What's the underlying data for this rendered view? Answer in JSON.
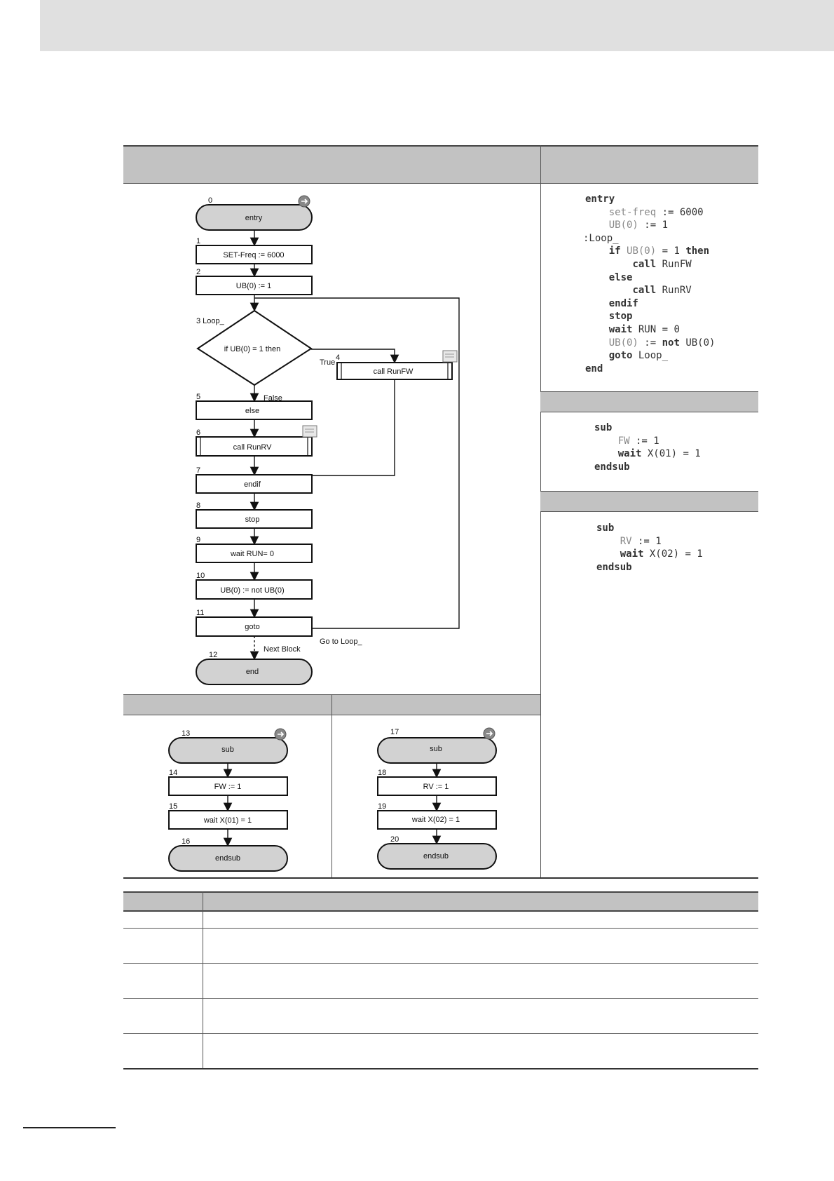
{
  "flowchart_main": {
    "nodes": [
      {
        "id": "0",
        "label": "entry"
      },
      {
        "id": "1",
        "label": "SET-Freq := 6000"
      },
      {
        "id": "2",
        "label": "UB(0) := 1"
      },
      {
        "id": "3",
        "label": "if UB(0) = 1 then",
        "tag": "3 Loop_"
      },
      {
        "id": "4",
        "label": "call RunFW"
      },
      {
        "id": "5",
        "label": "else"
      },
      {
        "id": "6",
        "label": "call RunRV"
      },
      {
        "id": "7",
        "label": "endif"
      },
      {
        "id": "8",
        "label": "stop"
      },
      {
        "id": "9",
        "label": "wait RUN= 0"
      },
      {
        "id": "10",
        "label": "UB(0) := not UB(0)"
      },
      {
        "id": "11",
        "label": "goto"
      },
      {
        "id": "12",
        "label": "end"
      }
    ],
    "edge_labels": {
      "true": "True",
      "false": "False",
      "next_block": "Next Block",
      "goto": "Go to Loop_"
    }
  },
  "flowchart_sub_fw": {
    "nodes": [
      {
        "id": "13",
        "label": "sub"
      },
      {
        "id": "14",
        "label": "FW := 1"
      },
      {
        "id": "15",
        "label": "wait X(01) = 1"
      },
      {
        "id": "16",
        "label": "endsub"
      }
    ]
  },
  "flowchart_sub_rv": {
    "nodes": [
      {
        "id": "17",
        "label": "sub"
      },
      {
        "id": "18",
        "label": "RV := 1"
      },
      {
        "id": "19",
        "label": "wait X(02) = 1"
      },
      {
        "id": "20",
        "label": "endsub"
      }
    ]
  },
  "code_main": [
    {
      "indent": 0,
      "tokens": [
        [
          "kw",
          "entry"
        ]
      ]
    },
    {
      "indent": 1,
      "tokens": [
        [
          "var",
          "set-freq"
        ],
        [
          "txt",
          " := 6000"
        ]
      ]
    },
    {
      "indent": 1,
      "tokens": [
        [
          "var",
          "UB(0)"
        ],
        [
          "txt",
          " := 1"
        ]
      ]
    },
    {
      "indent": -1,
      "tokens": [
        [
          "txt",
          ":Loop_"
        ]
      ]
    },
    {
      "indent": 1,
      "tokens": [
        [
          "kw",
          "if"
        ],
        [
          "txt",
          " "
        ],
        [
          "var",
          "UB(0)"
        ],
        [
          "txt",
          " = 1 "
        ],
        [
          "kw",
          "then"
        ]
      ]
    },
    {
      "indent": 2,
      "tokens": [
        [
          "kw",
          "call"
        ],
        [
          "txt",
          " RunFW"
        ]
      ]
    },
    {
      "indent": 1,
      "tokens": [
        [
          "kw",
          "else"
        ]
      ]
    },
    {
      "indent": 2,
      "tokens": [
        [
          "kw",
          "call"
        ],
        [
          "txt",
          " RunRV"
        ]
      ]
    },
    {
      "indent": 1,
      "tokens": [
        [
          "kw",
          "endif"
        ]
      ]
    },
    {
      "indent": 1,
      "tokens": [
        [
          "kw",
          "stop"
        ]
      ]
    },
    {
      "indent": 1,
      "tokens": [
        [
          "kw",
          "wait"
        ],
        [
          "txt",
          " RUN = 0"
        ]
      ]
    },
    {
      "indent": 1,
      "tokens": [
        [
          "var",
          "UB(0)"
        ],
        [
          "txt",
          " := "
        ],
        [
          "kw",
          "not"
        ],
        [
          "txt",
          " UB(0)"
        ]
      ]
    },
    {
      "indent": 1,
      "tokens": [
        [
          "kw",
          "goto"
        ],
        [
          "txt",
          " Loop_"
        ]
      ]
    },
    {
      "indent": 0,
      "tokens": [
        [
          "kw",
          "end"
        ]
      ]
    }
  ],
  "code_sub_fw": [
    {
      "indent": 0,
      "tokens": [
        [
          "kw",
          "sub"
        ]
      ]
    },
    {
      "indent": 1,
      "tokens": [
        [
          "var",
          "FW"
        ],
        [
          "txt",
          " := 1"
        ]
      ]
    },
    {
      "indent": 1,
      "tokens": [
        [
          "kw",
          "wait"
        ],
        [
          "txt",
          " X(01) = 1"
        ]
      ]
    },
    {
      "indent": 0,
      "tokens": [
        [
          "kw",
          "endsub"
        ]
      ]
    }
  ],
  "code_sub_rv": [
    {
      "indent": 0,
      "tokens": [
        [
          "kw",
          "sub"
        ]
      ]
    },
    {
      "indent": 1,
      "tokens": [
        [
          "var",
          "RV"
        ],
        [
          "txt",
          " := 1"
        ]
      ]
    },
    {
      "indent": 1,
      "tokens": [
        [
          "kw",
          "wait"
        ],
        [
          "txt",
          " X(02) = 1"
        ]
      ]
    },
    {
      "indent": 0,
      "tokens": [
        [
          "kw",
          "endsub"
        ]
      ]
    }
  ]
}
